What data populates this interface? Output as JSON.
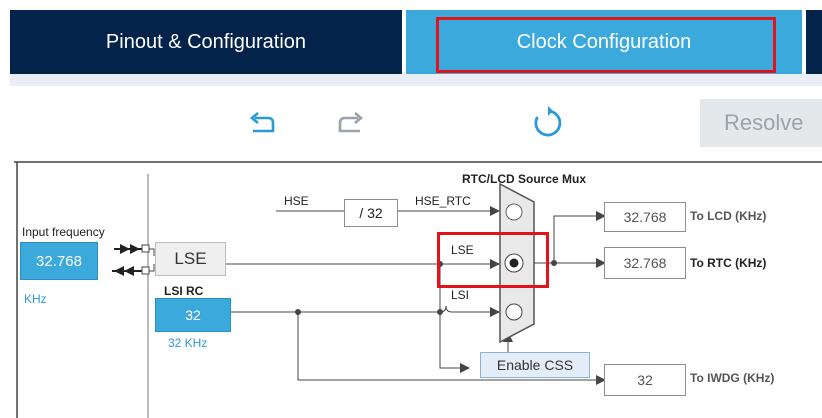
{
  "tabs": [
    {
      "label": "Pinout & Configuration",
      "active": false
    },
    {
      "label": "Clock Configuration",
      "active": true
    }
  ],
  "toolbar": {
    "undo_icon": "undo-icon",
    "redo_icon": "redo-icon",
    "refresh_icon": "refresh-icon",
    "resolve_label": "Resolve"
  },
  "diagram": {
    "input_frequency_label": "Input frequency",
    "input_frequency_value": "32.768",
    "input_frequency_unit": "KHz",
    "lse_label": "LSE",
    "lsi_rc_label": "LSI RC",
    "lsi_rc_value": "32",
    "lsi_rc_unit": "32 KHz",
    "hse_label": "HSE",
    "hse_divider": "/ 32",
    "hse_rtc_label": "HSE_RTC",
    "mux_title": "RTC/LCD Source Mux",
    "mux_lse_label": "LSE",
    "mux_lsi_label": "LSI",
    "enable_css_label": "Enable CSS",
    "lcd_value": "32.768",
    "lcd_label": "To LCD (KHz)",
    "rtc_value": "32.768",
    "rtc_label": "To RTC (KHz)",
    "iwdg_value": "32",
    "iwdg_label": "To IWDG (KHz)"
  },
  "colors": {
    "tab_dark": "#03234b",
    "tab_active": "#3ca9dd",
    "highlight": "#e2131b",
    "icon_blue": "#2b9bd6"
  }
}
